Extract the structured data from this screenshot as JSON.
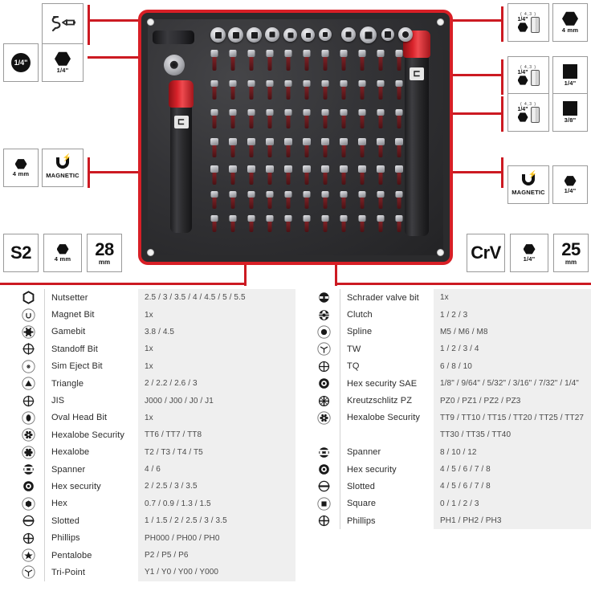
{
  "colors": {
    "accent_red": "#cc1a22",
    "case_red": "#d81f26",
    "value_bg": "#efefef",
    "tray_dark": "#2b2b2d"
  },
  "badges": {
    "top_left_flex": {
      "name": "flexible-shaft-badge",
      "glyph": "flexible-shaft-icon",
      "label": ""
    },
    "quarter_socket": {
      "name": "quarter-inch-socket-badge",
      "glyph": "socket-ring-icon",
      "label": "1/4\""
    },
    "quarter_hex": {
      "name": "quarter-inch-hex-badge",
      "glyph": "hex-icon",
      "label": "1/4\""
    },
    "hex_4mm_mid": {
      "name": "hex-4mm-badge",
      "glyph": "hex-icon",
      "label": "4 mm"
    },
    "magnetic_left": {
      "name": "magnetic-badge",
      "glyph": "magnet-icon",
      "label": "MAGNETIC"
    },
    "s2": {
      "name": "s2-material-badge",
      "big": "S2",
      "sub": ""
    },
    "hex_4mm_bottom": {
      "name": "hex-4mm-bottom-badge",
      "glyph": "hex-icon",
      "label": "4 mm"
    },
    "len_28mm": {
      "name": "length-28mm-badge",
      "big": "28",
      "sub": "mm"
    },
    "adapter_1": {
      "name": "adapter-badge-1",
      "frac": "1/4\"",
      "top": "( 4,3 )"
    },
    "hex_4mm_right": {
      "name": "hex-4mm-right-badge",
      "glyph": "hex-icon",
      "label": "4 mm"
    },
    "adapter_2": {
      "name": "adapter-badge-2",
      "frac": "1/4\"",
      "top": "( 4,3 )"
    },
    "square_quarter": {
      "name": "square-drive-quarter-badge",
      "glyph": "square-icon",
      "label": "1/4\""
    },
    "adapter_3": {
      "name": "adapter-badge-3",
      "frac": "1/4\"",
      "top": "( 4,3 )"
    },
    "square_threeeighth": {
      "name": "square-drive-three-eighth-badge",
      "glyph": "square-icon",
      "label": "3/8\""
    },
    "magnetic_right": {
      "name": "magnetic-right-badge",
      "glyph": "magnet-icon",
      "label": "MAGNETIC"
    },
    "hex_quarter_right": {
      "name": "hex-quarter-right-badge",
      "glyph": "hex-icon",
      "label": "1/4\""
    },
    "crv": {
      "name": "crv-material-badge",
      "big": "CrV",
      "sub": ""
    },
    "hex_quarter_bottom": {
      "name": "hex-quarter-bottom-badge",
      "glyph": "hex-icon",
      "label": "1/4\""
    },
    "len_25mm": {
      "name": "length-25mm-badge",
      "big": "25",
      "sub": "mm"
    }
  },
  "left_table": [
    {
      "icon": "nutsetter-icon",
      "name": "Nutsetter",
      "value": "2.5 / 3 / 3.5 / 4 / 4.5 /  5 / 5.5"
    },
    {
      "icon": "magnet-bit-icon",
      "name": "Magnet Bit",
      "value": "1x"
    },
    {
      "icon": "gamebit-icon",
      "name": "Gamebit",
      "value": "3.8 / 4.5"
    },
    {
      "icon": "standoff-bit-icon",
      "name": "Standoff Bit",
      "value": "1x"
    },
    {
      "icon": "sim-eject-bit-icon",
      "name": "Sim Eject Bit",
      "value": "1x"
    },
    {
      "icon": "triangle-icon",
      "name": "Triangle",
      "value": "2 / 2.2 / 2.6 / 3"
    },
    {
      "icon": "jis-icon",
      "name": "JIS",
      "value": "J000 / J00 / J0 / J1"
    },
    {
      "icon": "oval-head-bit-icon",
      "name": "Oval Head Bit",
      "value": "1x"
    },
    {
      "icon": "hexalobe-security-icon",
      "name": "Hexalobe Security",
      "value": "TT6 / TT7 / TT8"
    },
    {
      "icon": "hexalobe-icon",
      "name": "Hexalobe",
      "value": "T2 / T3 / T4 / T5"
    },
    {
      "icon": "spanner-icon",
      "name": "Spanner",
      "value": "4 / 6"
    },
    {
      "icon": "hex-security-icon",
      "name": "Hex security",
      "value": "2 / 2.5 / 3 / 3.5"
    },
    {
      "icon": "hex-icon",
      "name": "Hex",
      "value": "0.7 / 0.9 / 1.3 / 1.5"
    },
    {
      "icon": "slotted-icon",
      "name": "Slotted",
      "value": "1 / 1.5 / 2 / 2.5 / 3 / 3.5"
    },
    {
      "icon": "phillips-icon",
      "name": "Phillips",
      "value": "PH000 / PH00 / PH0"
    },
    {
      "icon": "pentalobe-icon",
      "name": "Pentalobe",
      "value": "P2 / P5 / P6"
    },
    {
      "icon": "tri-point-icon",
      "name": "Tri-Point",
      "value": "Y1 / Y0 / Y00 / Y000"
    }
  ],
  "right_table": [
    {
      "icon": "schrader-valve-icon",
      "name": "Schrader valve bit",
      "value": "1x"
    },
    {
      "icon": "clutch-icon",
      "name": "Clutch",
      "value": "1 / 2 / 3"
    },
    {
      "icon": "spline-icon",
      "name": "Spline",
      "value": "M5 / M6 / M8"
    },
    {
      "icon": "tw-icon",
      "name": "TW",
      "value": "1 / 2 / 3 / 4"
    },
    {
      "icon": "tq-icon",
      "name": "TQ",
      "value": "6 / 8 / 10"
    },
    {
      "icon": "hex-security-icon",
      "name": "Hex security SAE",
      "value": "1/8\" / 9/64\" / 5/32\" / 3/16\" / 7/32\" / 1/4\""
    },
    {
      "icon": "pozidriv-icon",
      "name": "Kreutzschlitz PZ",
      "value": "PZ0 / PZ1 / PZ2 / PZ3"
    },
    {
      "icon": "hexalobe-security-icon",
      "name": "Hexalobe Security",
      "value": "TT9 / TT10 / TT15 / TT20 / TT25 / TT27"
    },
    {
      "icon": "",
      "name": "",
      "value": "TT30 / TT35 / TT40"
    },
    {
      "icon": "spanner-icon",
      "name": "Spanner",
      "value": "8 / 10 / 12"
    },
    {
      "icon": "hex-security-icon",
      "name": "Hex security",
      "value": "4 / 5 / 6 / 7 / 8"
    },
    {
      "icon": "slotted-icon",
      "name": "Slotted",
      "value": "4 / 5 / 6 / 7 / 8"
    },
    {
      "icon": "square-bit-icon",
      "name": "Square",
      "value": "0 / 1 / 2 / 3"
    },
    {
      "icon": "phillips-icon",
      "name": "Phillips",
      "value": "PH1 / PH2 / PH3"
    }
  ]
}
